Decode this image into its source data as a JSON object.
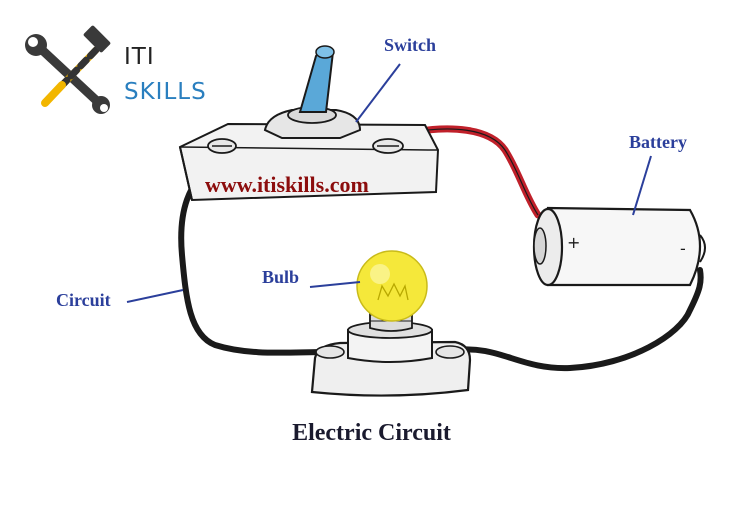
{
  "logo": {
    "line1": "ITI",
    "line2": "SKILLS"
  },
  "labels": {
    "switch": "Switch",
    "battery": "Battery",
    "bulb": "Bulb",
    "circuit": "Circuit"
  },
  "battery_terminals": {
    "positive": "+",
    "negative": "-"
  },
  "watermark": "www.itiskills.com",
  "caption": "Electric Circuit",
  "colors": {
    "label": "#2b3f9b",
    "watermark": "#8c0d0d",
    "wire_positive": "#c0202a",
    "wire": "#1a1a1a",
    "bulb_glow": "#f5e83a",
    "switch_lever": "#5aa8d8",
    "logo_accent": "#2a7fbf"
  },
  "icons": [
    "hammer-icon",
    "wrench-icon"
  ]
}
